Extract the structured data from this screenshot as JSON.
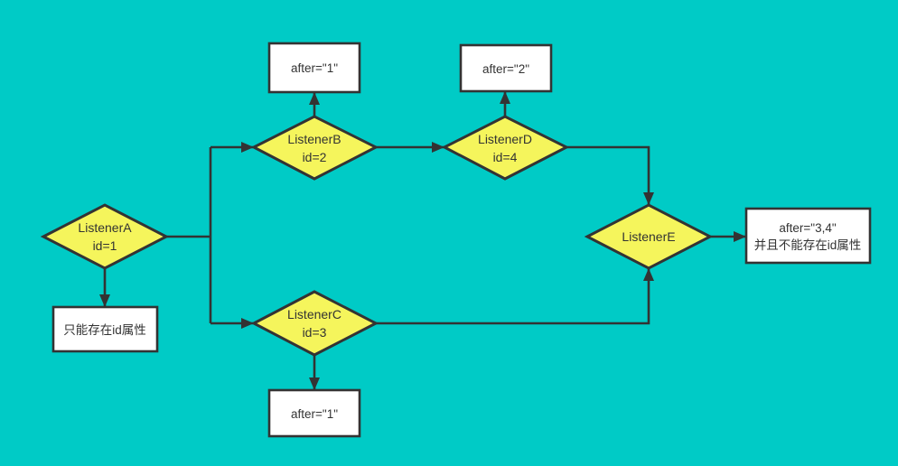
{
  "diagram": {
    "colors": {
      "background": "#00CBC6",
      "node_fill": "#F5F55C",
      "node_stroke": "#333333",
      "box_fill": "#FFFFFF",
      "line_color": "#333333",
      "text_color": "#333333"
    },
    "nodes": [
      {
        "name": "ListenerA",
        "label": "ListenerA",
        "sub": "id=1"
      },
      {
        "name": "ListenerB",
        "label": "ListenerB",
        "sub": "id=2"
      },
      {
        "name": "ListenerC",
        "label": "ListenerC",
        "sub": "id=3"
      },
      {
        "name": "ListenerD",
        "label": "ListenerD",
        "sub": "id=4"
      },
      {
        "name": "ListenerE",
        "label": "ListenerE",
        "sub": ""
      }
    ],
    "notes": [
      {
        "name": "after-1-top",
        "line1": "after=\"1\"",
        "line2": ""
      },
      {
        "name": "after-2",
        "line1": "after=\"2\"",
        "line2": ""
      },
      {
        "name": "only-id",
        "line1": "只能存在id属性",
        "line2": ""
      },
      {
        "name": "after-1-bottom",
        "line1": "after=\"1\"",
        "line2": ""
      },
      {
        "name": "after-3-4",
        "line1": "after=\"3,4\"",
        "line2": "并且不能存在id属性"
      }
    ]
  }
}
